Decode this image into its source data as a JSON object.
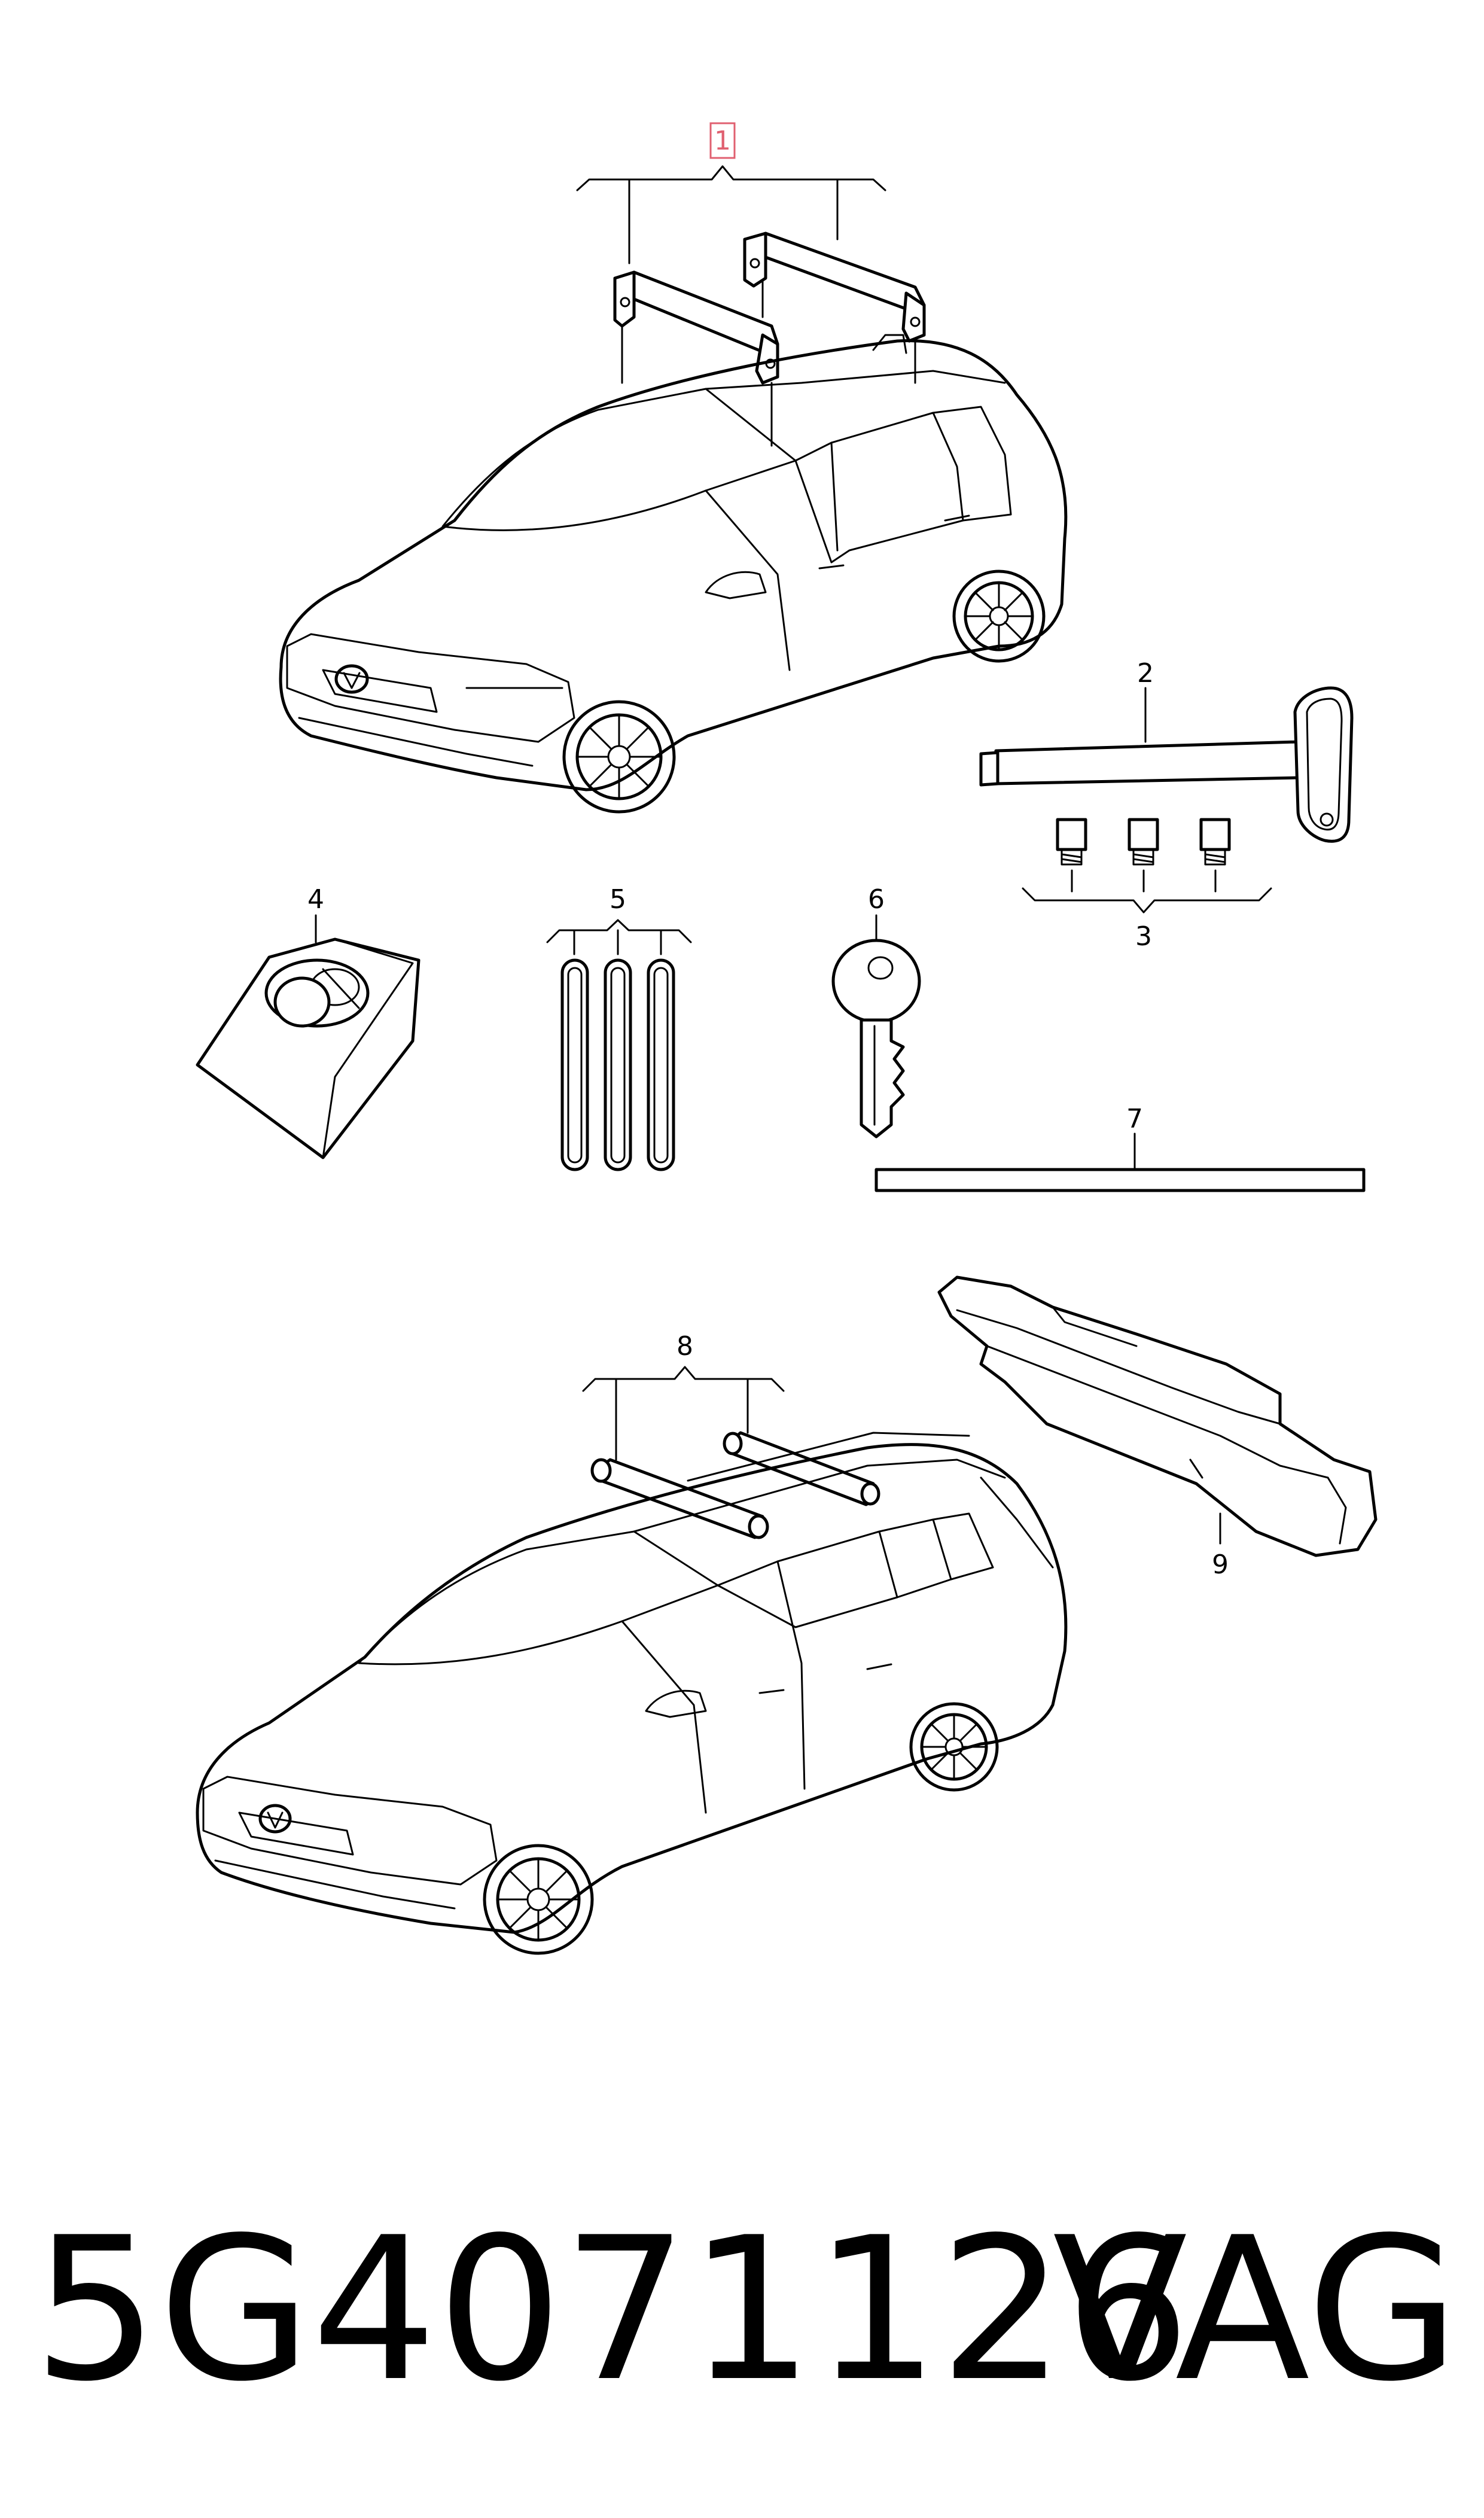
{
  "callouts": {
    "c1": "1",
    "c2": "2",
    "c3": "3",
    "c4": "4",
    "c5": "5",
    "c6": "6",
    "c7": "7",
    "c8": "8",
    "c9": "9"
  },
  "footer": {
    "part_number": "5G4071126",
    "brand": "VAG"
  },
  "colors": {
    "line": "#000000",
    "highlight": "#e06070",
    "background": "#ffffff"
  }
}
